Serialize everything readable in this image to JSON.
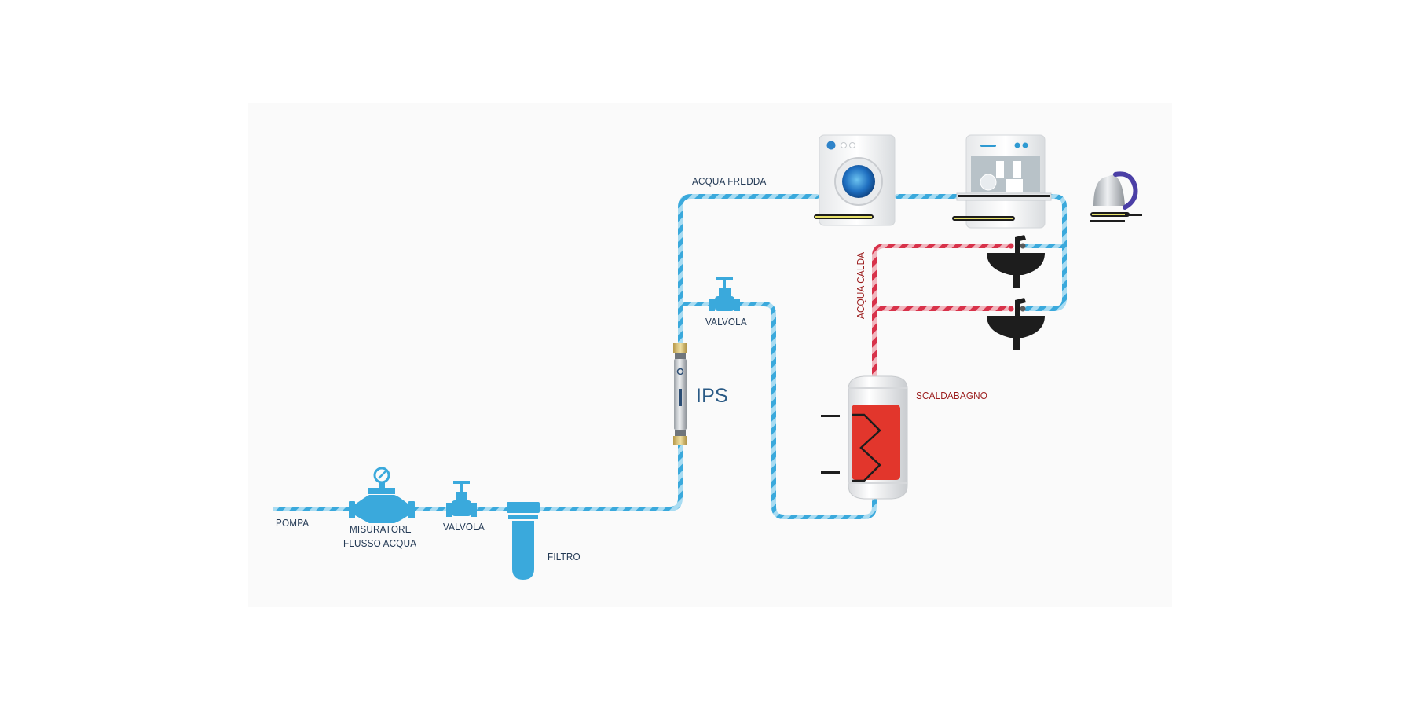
{
  "diagram": {
    "title": "",
    "colors": {
      "cold_pipe": "#3aa9dc",
      "cold_pipe_light": "#a9dcf2",
      "hot_pipe": "#d8324a",
      "hot_pipe_light": "#f1b7bf",
      "label_text": "#243a55",
      "hot_label_text": "#9b1c1c",
      "ips_label": "#2a5a85",
      "heater_red": "#e2362c",
      "sink_black": "#1d1d1d",
      "kettle_handle": "#4b3fa6"
    },
    "labels": {
      "pump": "POMPA",
      "flow_meter_line1": "MISURATORE",
      "flow_meter_line2": "FLUSSO ACQUA",
      "valve_1": "VALVOLA",
      "filter": "FILTRO",
      "ips": "IPS",
      "valve_2": "VALVOLA",
      "cold_water": "ACQUA FREDDA",
      "hot_water": "ACQUA CALDA",
      "water_heater": "SCALDABAGNO"
    },
    "components": [
      {
        "id": "pump",
        "label": "POMPA",
        "type": "source"
      },
      {
        "id": "flow-meter",
        "label": "MISURATORE FLUSSO ACQUA",
        "type": "meter"
      },
      {
        "id": "valve-1",
        "label": "VALVOLA",
        "type": "valve"
      },
      {
        "id": "filter",
        "label": "FILTRO",
        "type": "filter"
      },
      {
        "id": "ips",
        "label": "IPS",
        "type": "treatment-device"
      },
      {
        "id": "valve-2",
        "label": "VALVOLA",
        "type": "valve"
      },
      {
        "id": "water-heater",
        "label": "SCALDABAGNO",
        "type": "heater"
      },
      {
        "id": "washing-machine",
        "label": "",
        "type": "appliance"
      },
      {
        "id": "dishwasher",
        "label": "",
        "type": "appliance"
      },
      {
        "id": "kettle",
        "label": "",
        "type": "appliance"
      },
      {
        "id": "sink-1",
        "label": "",
        "type": "sink"
      },
      {
        "id": "sink-2",
        "label": "",
        "type": "sink"
      }
    ],
    "connections": [
      {
        "from": "pump",
        "to": "flow-meter",
        "water": "cold"
      },
      {
        "from": "flow-meter",
        "to": "valve-1",
        "water": "cold"
      },
      {
        "from": "valve-1",
        "to": "filter",
        "water": "cold"
      },
      {
        "from": "filter",
        "to": "ips",
        "water": "cold"
      },
      {
        "from": "ips",
        "to": "washing-machine",
        "water": "cold"
      },
      {
        "from": "washing-machine",
        "to": "dishwasher",
        "water": "cold"
      },
      {
        "from": "dishwasher",
        "to": "sink-1",
        "water": "cold"
      },
      {
        "from": "dishwasher",
        "to": "sink-2",
        "water": "cold"
      },
      {
        "from": "ips",
        "to": "valve-2",
        "water": "cold"
      },
      {
        "from": "valve-2",
        "to": "water-heater",
        "water": "cold"
      },
      {
        "from": "water-heater",
        "to": "sink-1",
        "water": "hot"
      },
      {
        "from": "water-heater",
        "to": "sink-2",
        "water": "hot"
      }
    ]
  }
}
